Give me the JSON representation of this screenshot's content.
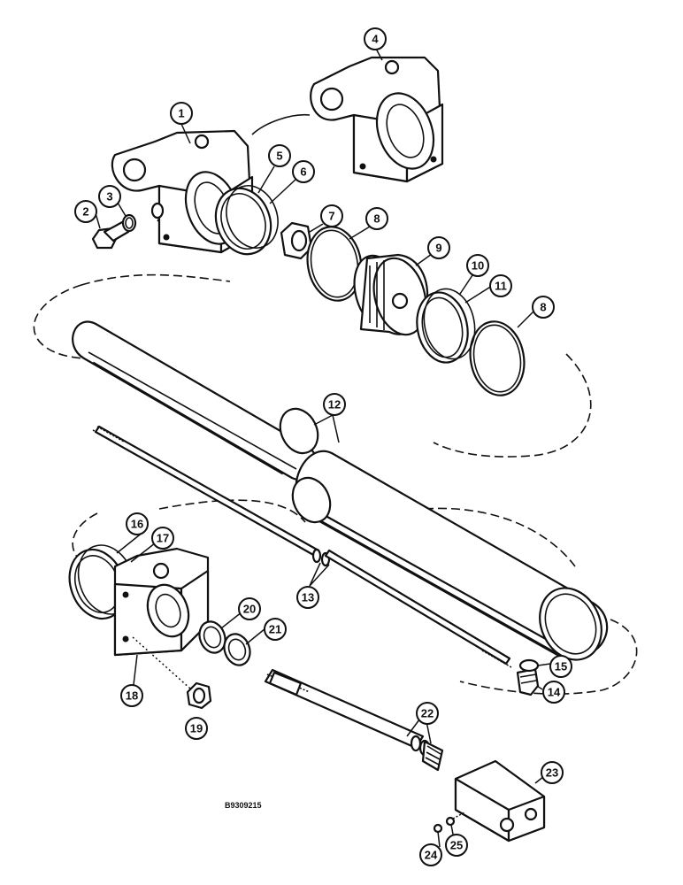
{
  "figure": {
    "drawing_code": "B9309215",
    "callouts": [
      "1",
      "2",
      "3",
      "4",
      "5",
      "6",
      "7",
      "8",
      "9",
      "10",
      "11",
      "8",
      "12",
      "13",
      "14",
      "15",
      "16",
      "17",
      "18",
      "19",
      "20",
      "21",
      "22",
      "23",
      "24",
      "25"
    ]
  },
  "colors": {
    "ink": "#111111",
    "paper": "#ffffff"
  }
}
